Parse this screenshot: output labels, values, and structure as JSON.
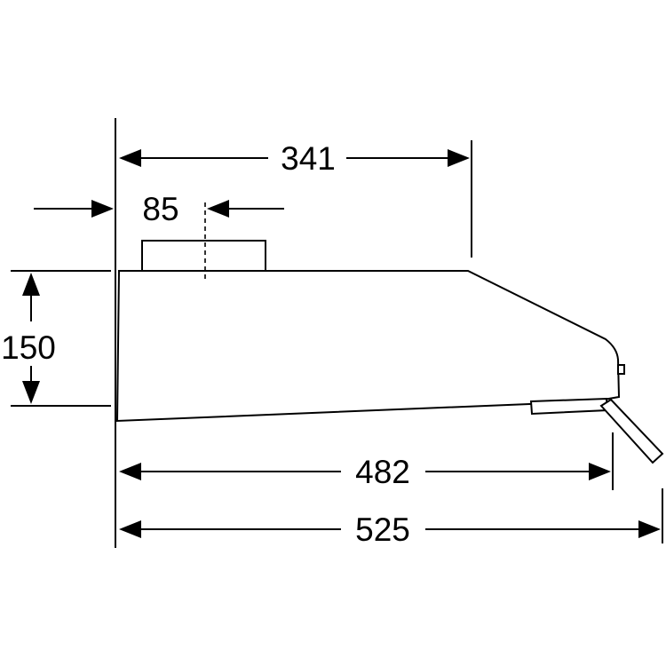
{
  "dimensions": {
    "depth_top": "341",
    "outlet_offset": "85",
    "height": "150",
    "depth_bottom": "482",
    "depth_total": "525"
  },
  "colors": {
    "line": "#000000",
    "background": "#ffffff"
  }
}
